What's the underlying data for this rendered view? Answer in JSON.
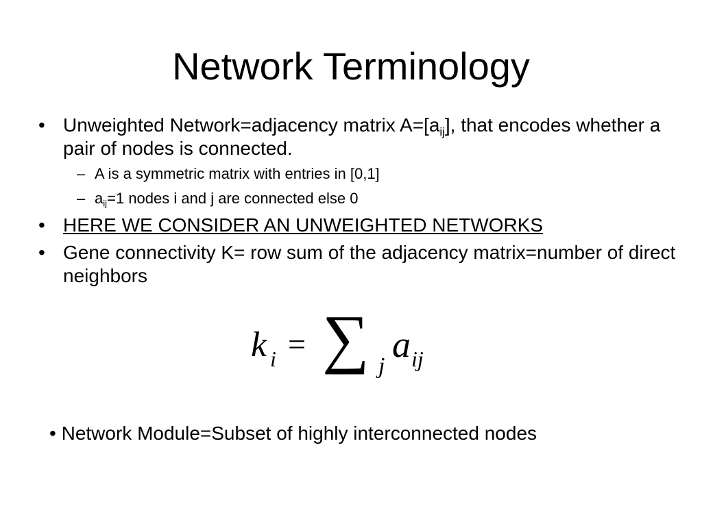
{
  "slide": {
    "title": "Network Terminology",
    "bullets": {
      "b1": {
        "text_a": "Unweighted Network=adjacency matrix A=[a",
        "sub": "ij",
        "text_b": "], that encodes whether a pair of nodes is connected."
      },
      "s1": {
        "text": "A is a symmetric matrix with entries in [0,1]"
      },
      "s2": {
        "pre": "a",
        "sub": "ij",
        "post": "=1 nodes i and j are connected else 0"
      },
      "b2": {
        "text": "HERE WE CONSIDER AN UNWEIGHTED NETWORKS"
      },
      "b3": {
        "text": "Gene connectivity K= row sum of the adjacency matrix=number of direct neighbors"
      }
    },
    "formula": {
      "k": "k",
      "i": "i",
      "eq": "=",
      "sum": "∑",
      "j": "j",
      "a": "a",
      "ij": "ij"
    },
    "bottom": {
      "bullet": "•",
      "text": "Network Module=Subset of highly interconnected nodes"
    },
    "markers": {
      "bullet": "•",
      "dash": "–"
    }
  }
}
